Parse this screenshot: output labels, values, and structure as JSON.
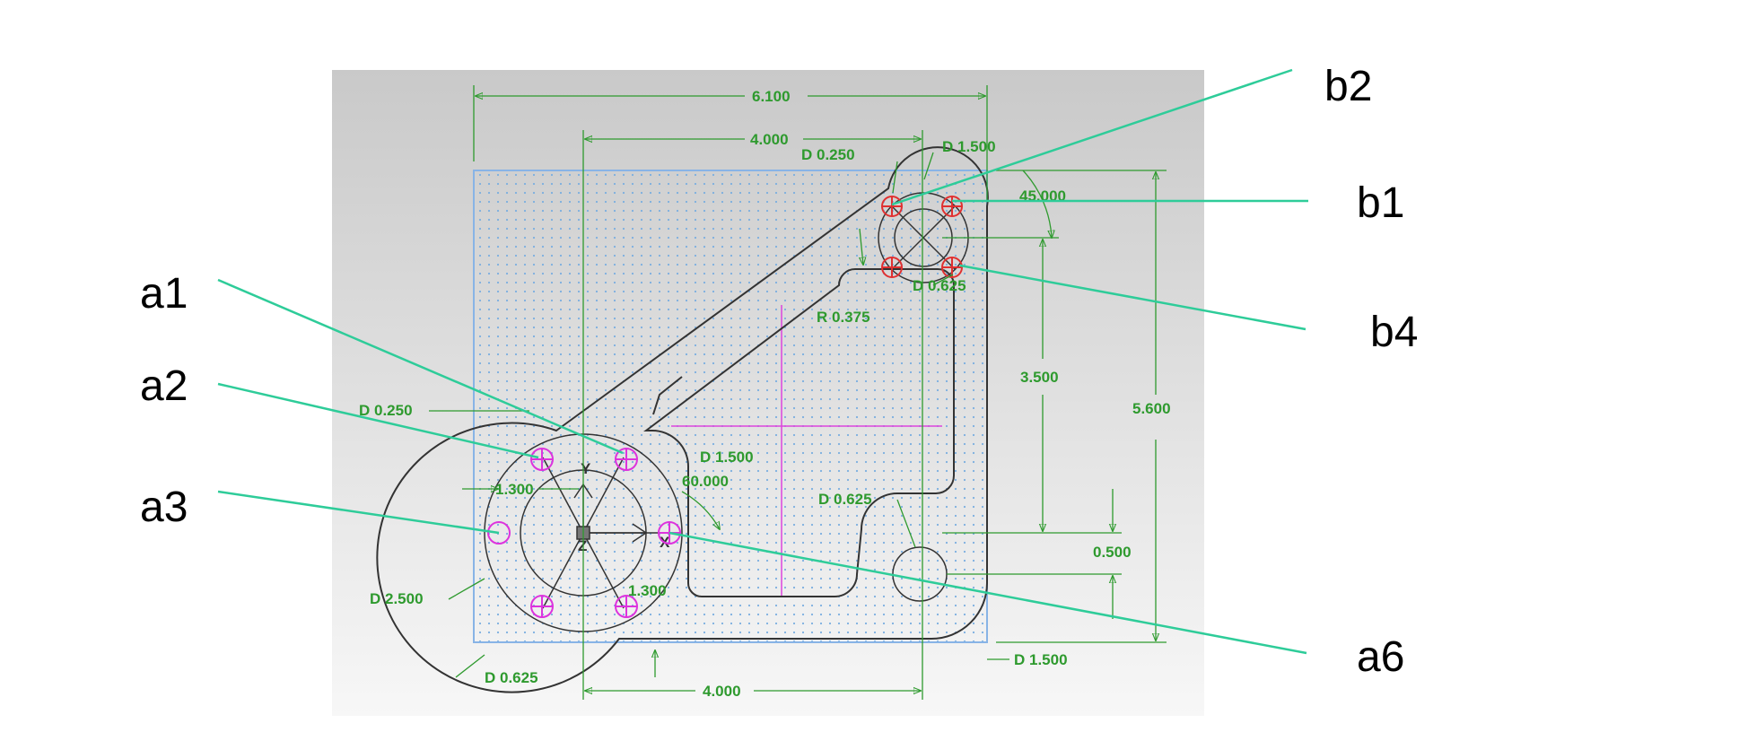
{
  "colors": {
    "dimension": "#2e9a2e",
    "callout_line": "#2ecc99",
    "outline": "#333333",
    "grid_dot": "#7aaee0",
    "hole_magenta": "#dd33dd",
    "hole_red": "#e03030",
    "sheet_border": "#88b4e6",
    "construction": "#dd44dd"
  },
  "dimensions": {
    "d_width_top": "6.100",
    "d_width_inner_top": "4.000",
    "d_width_bottom": "4.000",
    "d_height_right": "5.600",
    "d_height_mid": "3.500",
    "d_offset": "0.500",
    "d_angle_top": "45.000",
    "d_angle_left": "60.000",
    "d_radius": "R 0.375",
    "d_hole_tl": "D 0.250",
    "d_hole_tr": "D 0.250",
    "d_bore_tr": "D 1.500",
    "d_bore_left": "D 1.500",
    "d_bore_br": "D 1.500",
    "d_hole_bl": "D 0.625",
    "d_hole_tr2": "D 0.625",
    "d_hole_mid": "D 0.625",
    "d_circle_big": "D 2.500",
    "d_pcd_left_a": "1.300",
    "d_pcd_left_b": "1.300"
  },
  "callouts": {
    "a1": "a1",
    "a2": "a2",
    "a3": "a3",
    "a6": "a6",
    "b1": "b1",
    "b2": "b2",
    "b4": "b4"
  }
}
